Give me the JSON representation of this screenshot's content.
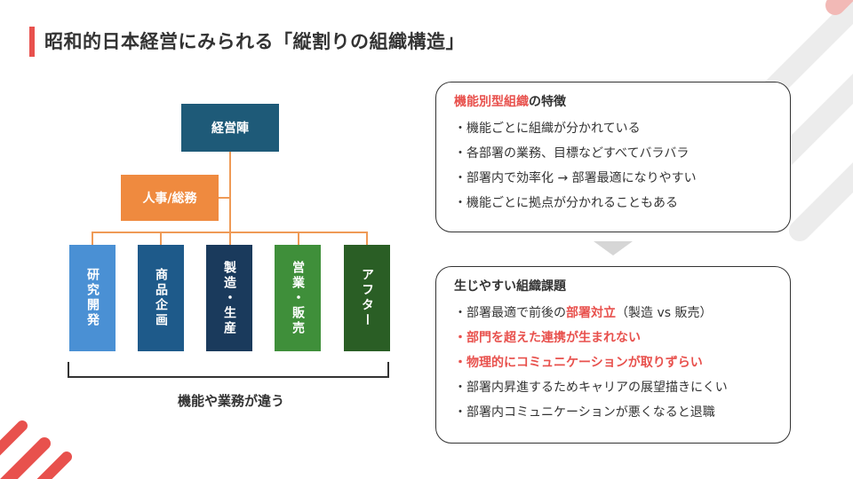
{
  "page_title": "昭和的日本経営にみられる「縦割りの組織構造」",
  "org_chart": {
    "top": "経営陣",
    "staff": "人事/総務",
    "departments": [
      {
        "label": "研究開発",
        "color": "#4a90d4"
      },
      {
        "label": "商品企画",
        "color": "#1e5a8a"
      },
      {
        "label": "製造・生産",
        "color": "#1a3a5c"
      },
      {
        "label": "営業・販売",
        "color": "#3f8f3a"
      },
      {
        "label": "アフター",
        "color": "#2a5e25"
      }
    ],
    "caption": "機能や業務が違う"
  },
  "card_features": {
    "title_highlight": "機能別型組織",
    "title_rest": "の特徴",
    "items": [
      "・機能ごとに組織が分かれている",
      "・各部署の業務、目標などすべてバラバラ",
      "・部署内で効率化 → 部署最適になりやすい",
      "・機能ごとに拠点が分かれることもある"
    ]
  },
  "card_issues": {
    "title": "生じやすい組織課題",
    "item1_pre": "・部署最適で前後の",
    "item1_emph": "部署対立",
    "item1_post": "（製造 vs 販売）",
    "item2": "・部門を超えた連携が生まれない",
    "item3": "・物理的にコミュニケーションが取りずらい",
    "item4": "・部署内昇進するためキャリアの展望描きにくい",
    "item5": "・部署内コミュニケーションが悪くなると退職"
  },
  "colors": {
    "accent": "#e8514d",
    "executive": "#1e5a78",
    "staff": "#ef8a3f",
    "connector": "#ef9a56"
  }
}
